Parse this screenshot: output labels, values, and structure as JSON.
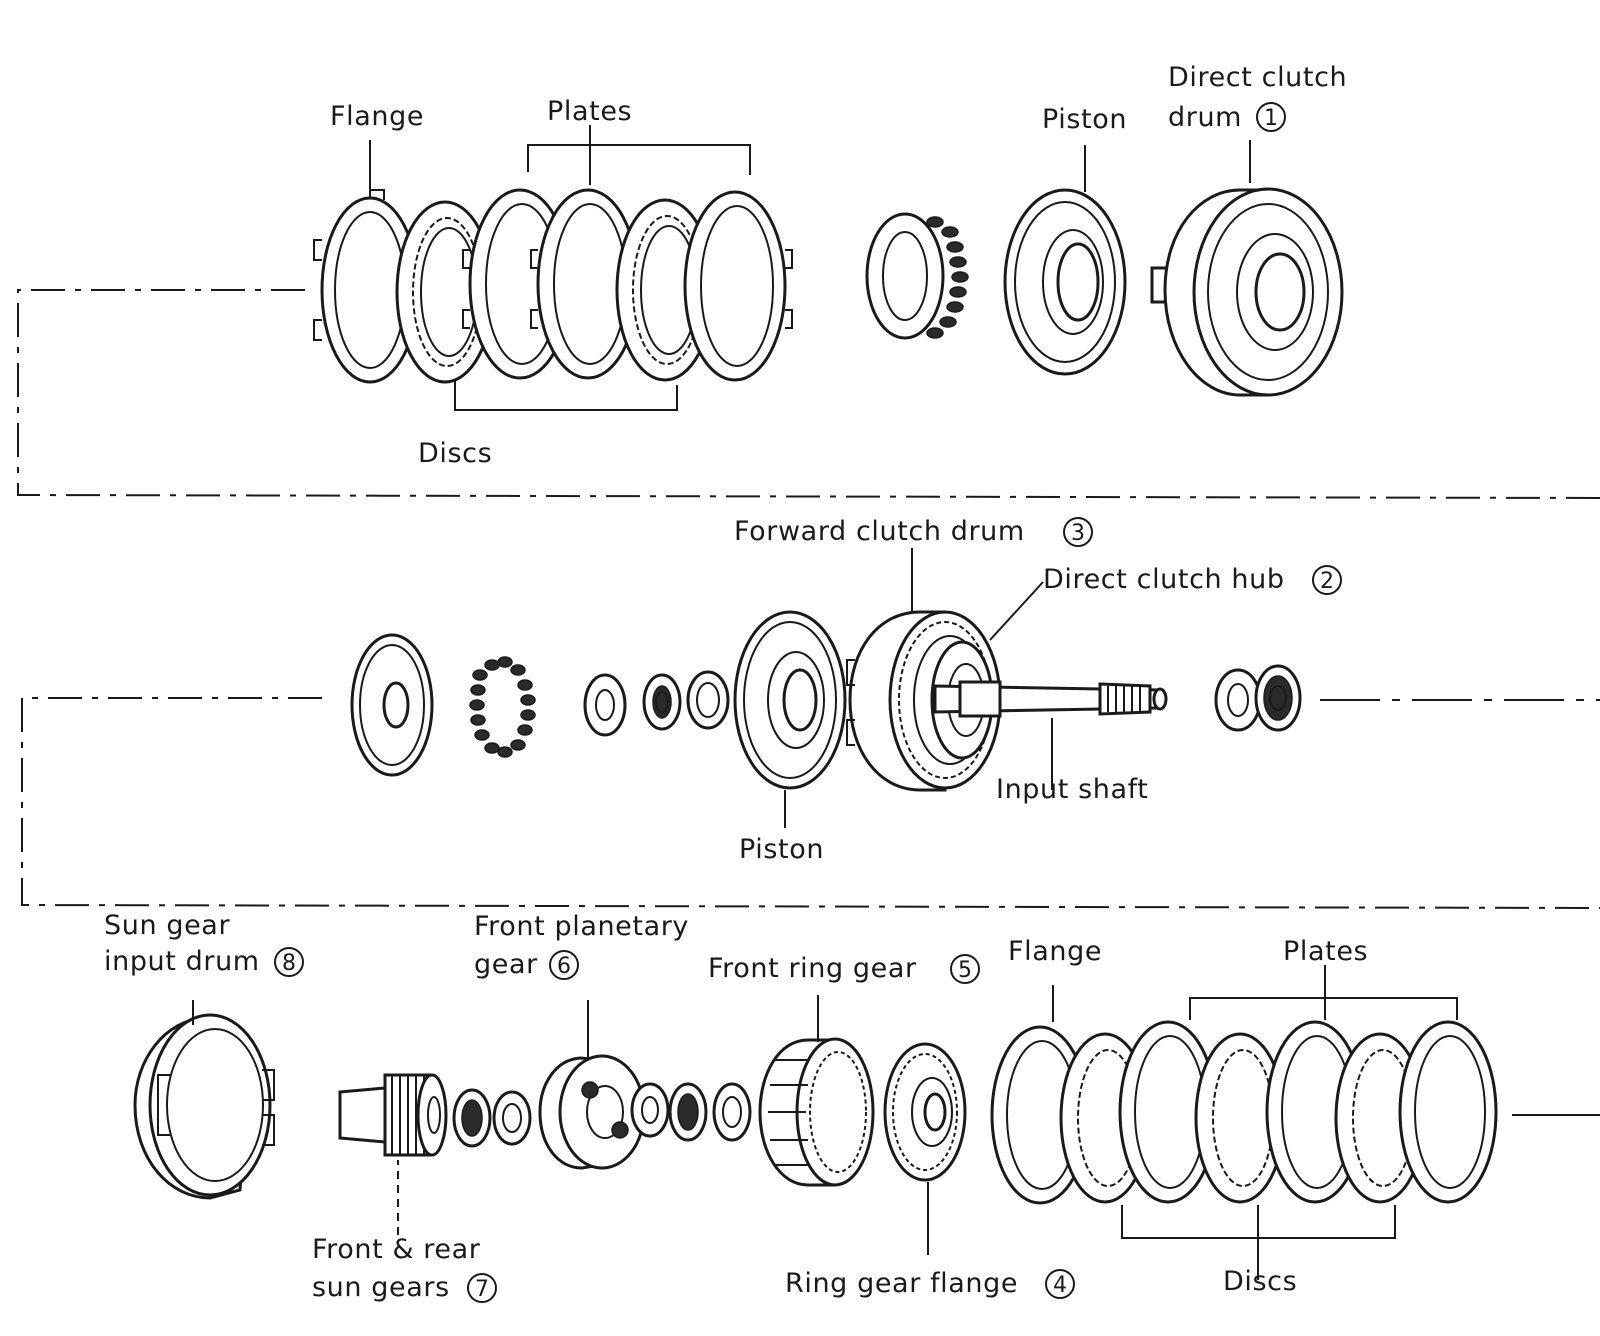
{
  "labels": {
    "flange_top": "Flange",
    "plates_top": "Plates",
    "discs_top": "Discs",
    "piston_top": "Piston",
    "direct_clutch_drum_l1": "Direct clutch",
    "direct_clutch_drum_l2": "drum",
    "direct_clutch_drum_num": "1",
    "forward_clutch_drum": "Forward clutch drum",
    "forward_clutch_drum_num": "3",
    "direct_clutch_hub": "Direct clutch hub",
    "direct_clutch_hub_num": "2",
    "input_shaft": "Input shaft",
    "piston_mid": "Piston",
    "sun_gear_input_drum_l1": "Sun gear",
    "sun_gear_input_drum_l2": "input drum",
    "sun_gear_input_drum_num": "8",
    "front_planetary_gear_l1": "Front planetary",
    "front_planetary_gear_l2": "gear",
    "front_planetary_gear_num": "6",
    "front_ring_gear": "Front ring gear",
    "front_ring_gear_num": "5",
    "flange_bottom": "Flange",
    "plates_bottom": "Plates",
    "discs_bottom": "Discs",
    "front_rear_sun_gears_l1": "Front & rear",
    "front_rear_sun_gears_l2": "sun gears",
    "front_rear_sun_gears_num": "7",
    "ring_gear_flange": "Ring gear flange",
    "ring_gear_flange_num": "4"
  }
}
